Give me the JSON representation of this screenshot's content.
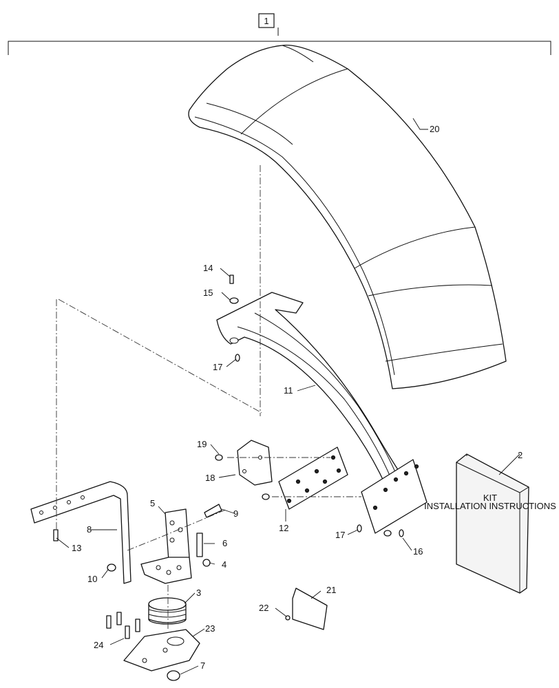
{
  "assembly_callout": "1",
  "callouts": [
    {
      "id": "c20",
      "text": "20"
    },
    {
      "id": "c14",
      "text": "14"
    },
    {
      "id": "c15",
      "text": "15"
    },
    {
      "id": "c17a",
      "text": "17"
    },
    {
      "id": "c11",
      "text": "11"
    },
    {
      "id": "c19",
      "text": "19"
    },
    {
      "id": "c18",
      "text": "18"
    },
    {
      "id": "c2",
      "text": "2"
    },
    {
      "id": "c12",
      "text": "12"
    },
    {
      "id": "c17b",
      "text": "17"
    },
    {
      "id": "c16",
      "text": "16"
    },
    {
      "id": "c5",
      "text": "5"
    },
    {
      "id": "c9",
      "text": "9"
    },
    {
      "id": "c6",
      "text": "6"
    },
    {
      "id": "c4",
      "text": "4"
    },
    {
      "id": "c8",
      "text": "8"
    },
    {
      "id": "c13",
      "text": "13"
    },
    {
      "id": "c10",
      "text": "10"
    },
    {
      "id": "c3",
      "text": "3"
    },
    {
      "id": "c21",
      "text": "21"
    },
    {
      "id": "c22",
      "text": "22"
    },
    {
      "id": "c23",
      "text": "23"
    },
    {
      "id": "c24",
      "text": "24"
    },
    {
      "id": "c7",
      "text": "7"
    }
  ],
  "manual": {
    "title_line_1": "KIT",
    "title_line_2": "INSTALLATION INSTRUCTIONS"
  }
}
